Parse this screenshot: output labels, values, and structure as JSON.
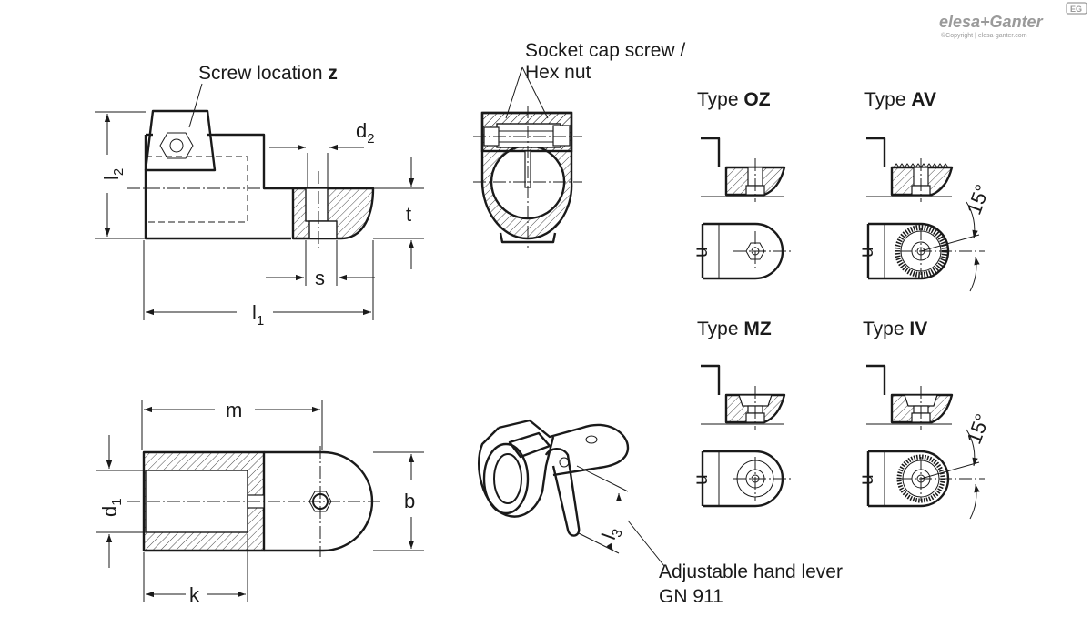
{
  "brand": {
    "logo_text": "elesa+Ganter",
    "badge": "EG",
    "copyright": "©Copyright | elesa-ganter.com"
  },
  "labels": {
    "screw_location_prefix": "Screw location ",
    "screw_location_var": "z",
    "socket_line1": "Socket cap screw /",
    "socket_line2": "Hex nut",
    "lever_line1": "Adjustable hand lever",
    "lever_line2": "GN 911"
  },
  "types": [
    {
      "prefix": "Type ",
      "code": "OZ"
    },
    {
      "prefix": "Type ",
      "code": "AV"
    },
    {
      "prefix": "Type ",
      "code": "MZ"
    },
    {
      "prefix": "Type ",
      "code": "IV"
    }
  ],
  "dimensions": {
    "l2": {
      "base": "l",
      "sub": "2"
    },
    "d2": {
      "base": "d",
      "sub": "2"
    },
    "t": "t",
    "s": "s",
    "l1": {
      "base": "l",
      "sub": "1"
    },
    "m": "m",
    "d1": {
      "base": "d",
      "sub": "1"
    },
    "b": "b",
    "k": "k",
    "l3": {
      "base": "l",
      "sub": "3"
    },
    "u": "u",
    "angle": "15°"
  }
}
